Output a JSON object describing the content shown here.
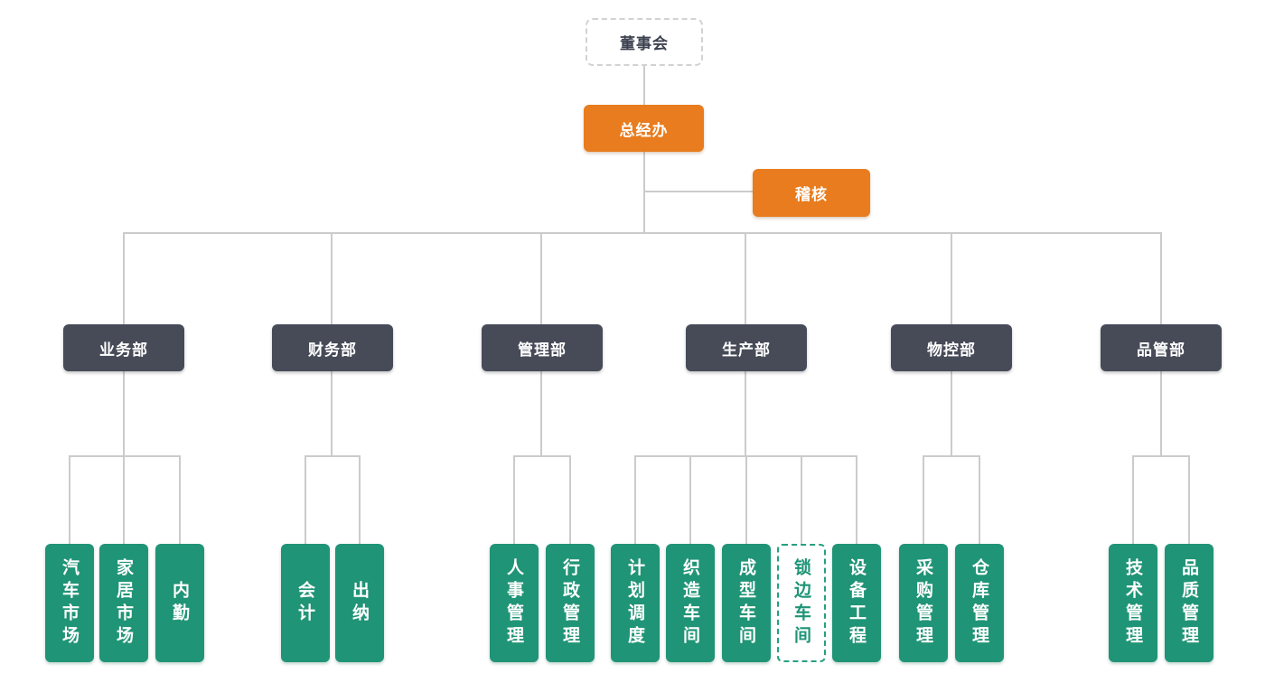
{
  "palette": {
    "orange": "#e87c1e",
    "slate": "#474b58",
    "green": "#209476",
    "connector": "#cbcbcb",
    "board_text": "#3d4250"
  },
  "tree": {
    "board": {
      "label": "董事会"
    },
    "gm_office": {
      "label": "总经办"
    },
    "audit": {
      "label": "稽核"
    },
    "departments": [
      {
        "label": "业务部",
        "children": [
          {
            "label": "汽车市场"
          },
          {
            "label": "家居市场"
          },
          {
            "label": "内勤"
          }
        ]
      },
      {
        "label": "财务部",
        "children": [
          {
            "label": "会计"
          },
          {
            "label": "出纳"
          }
        ]
      },
      {
        "label": "管理部",
        "children": [
          {
            "label": "人事管理"
          },
          {
            "label": "行政管理"
          }
        ]
      },
      {
        "label": "生产部",
        "children": [
          {
            "label": "计划调度"
          },
          {
            "label": "织造车间"
          },
          {
            "label": "成型车间"
          },
          {
            "label": "锁边车间",
            "variant": "outlined"
          },
          {
            "label": "设备工程"
          }
        ]
      },
      {
        "label": "物控部",
        "children": [
          {
            "label": "采购管理"
          },
          {
            "label": "仓库管理"
          }
        ]
      },
      {
        "label": "品管部",
        "children": [
          {
            "label": "技术管理"
          },
          {
            "label": "品质管理"
          }
        ]
      }
    ]
  }
}
